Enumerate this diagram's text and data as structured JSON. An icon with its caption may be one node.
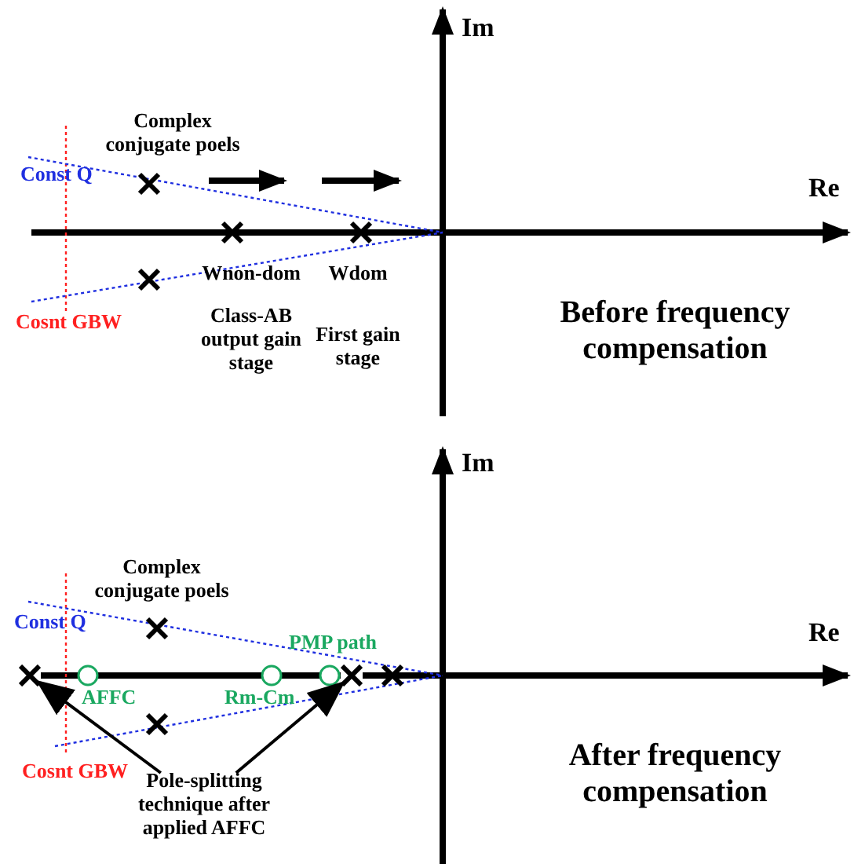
{
  "diagram": {
    "nodes": [
      {
        "text": [
          "Pole-splitting technique after applied AFFC"
        ]
      },
      {
        "text": [],
        "shape": "cross"
      },
      {
        "text": [],
        "shape": "cross"
      }
    ],
    "edges": [
      {
        "from": 0,
        "to": 1,
        "arrow": "to"
      },
      {
        "from": 0,
        "to": 2,
        "arrow": "to"
      }
    ],
    "labels": [
      "Im",
      "Re",
      "Complex conjugate poels",
      "Const Q",
      "Wnon-dom",
      "Wdom",
      "Cosnt GBW",
      "Class-AB output gain stage",
      "First gain stage",
      "Before frequency compensation",
      "Im",
      "Re",
      "Complex conjugate poels",
      "Const Q",
      "PMP path",
      "AFFC",
      "Rm-Cm",
      "Cosnt GBW",
      "After frequency compensation"
    ]
  }
}
